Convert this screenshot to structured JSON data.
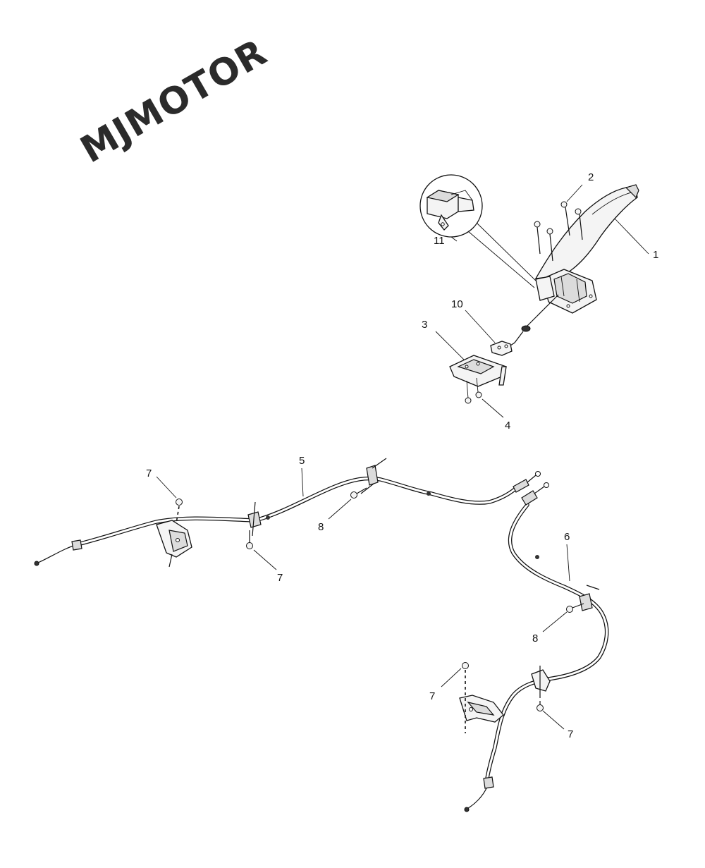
{
  "watermark": {
    "text": "MJMOTOR"
  },
  "callouts": {
    "c1": "1",
    "c2": "2",
    "c3": "3",
    "c4": "4",
    "c5": "5",
    "c6": "6",
    "c7a": "7",
    "c7b": "7",
    "c7c": "7",
    "c7d": "7",
    "c8a": "8",
    "c8b": "8",
    "c10": "10",
    "c11": "11"
  }
}
